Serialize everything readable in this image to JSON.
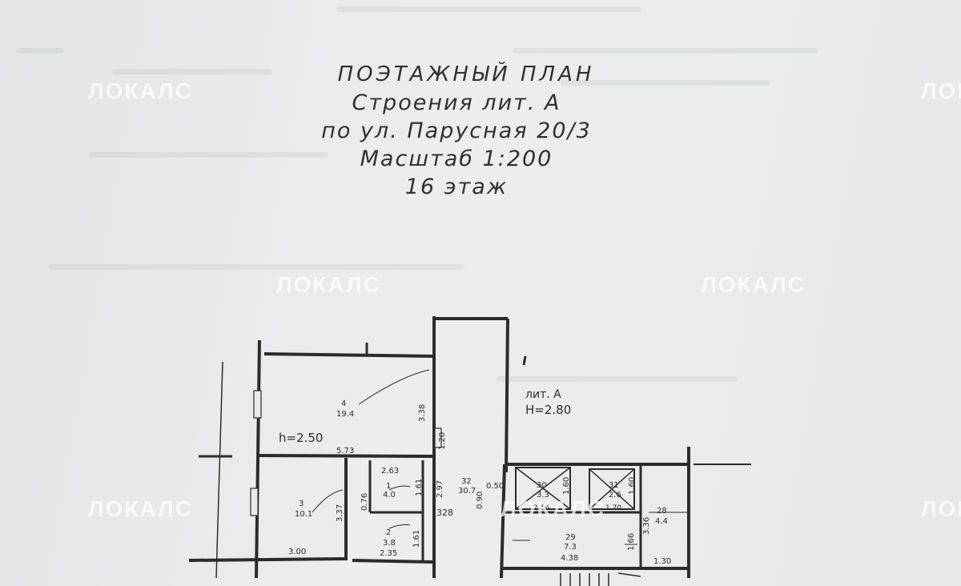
{
  "title": {
    "line1": "ПОЭТАЖНЫЙ ПЛАН",
    "line2": "Строения лит. А",
    "line3": "по ул. Парусная 20/3",
    "line4": "Масштаб 1:200",
    "line5": "16 этаж"
  },
  "watermark": "ЛОКАЛС",
  "plan": {
    "lit_label": "лит. А",
    "height_main": "H=2.80",
    "height_flat": "h=2.50",
    "rooms": [
      {
        "num": "4",
        "area": "19.4"
      },
      {
        "num": "3",
        "area": "10.1"
      },
      {
        "num": "1",
        "area": "4.0"
      },
      {
        "num": "2",
        "area": "3.8"
      },
      {
        "num": "32",
        "area": "30.7"
      },
      {
        "num": "30",
        "area": "3.3"
      },
      {
        "num": "31",
        "area": "2.6"
      },
      {
        "num": "28",
        "area": "4.4"
      },
      {
        "num": "29",
        "area": "7.3"
      }
    ],
    "dims": {
      "d_338": "3.38",
      "d_120": "1.20",
      "d_573": "5.73",
      "d_263": "2.63",
      "d_297": "2.97",
      "d_161a": "1.61",
      "d_337": "3.37",
      "d_076": "0.76",
      "d_328": "328",
      "d_300": "3.00",
      "d_161b": "1.61",
      "d_235": "2.35",
      "d_050": "0.50",
      "d_090": "0.90",
      "d_160a": "1.60",
      "d_160b": "1.60",
      "d_216": "2.16",
      "d_170": "1.70",
      "d_336": "3.36",
      "d_166": "1.66",
      "d_438": "4.38",
      "d_130": "1.30"
    }
  }
}
